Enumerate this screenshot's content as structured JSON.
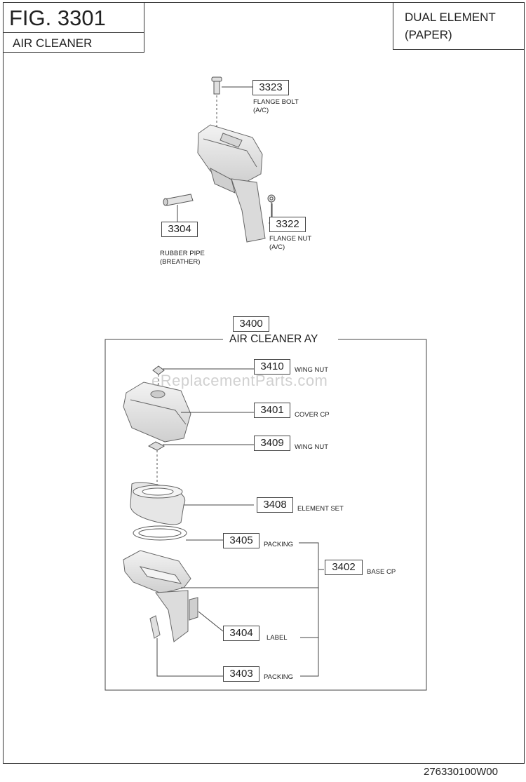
{
  "header": {
    "fig_label": "FIG. 3301",
    "fig_title": "AIR CLEANER",
    "variant_line1": "DUAL ELEMENT",
    "variant_line2": "(PAPER)"
  },
  "assembly": {
    "number": "3400",
    "title": "AIR CLEANER AY"
  },
  "parts": [
    {
      "num": "3323",
      "line1": "FLANGE BOLT",
      "line2": "(A/C)"
    },
    {
      "num": "3322",
      "line1": "FLANGE NUT",
      "line2": "(A/C)"
    },
    {
      "num": "3304",
      "line1": "RUBBER PIPE",
      "line2": "(BREATHER)"
    },
    {
      "num": "3410",
      "line1": "WING NUT"
    },
    {
      "num": "3401",
      "line1": "COVER CP"
    },
    {
      "num": "3409",
      "line1": "WING NUT"
    },
    {
      "num": "3408",
      "line1": "ELEMENT SET"
    },
    {
      "num": "3405",
      "line1": "PACKING"
    },
    {
      "num": "3402",
      "line1": "BASE CP"
    },
    {
      "num": "3404",
      "line1": "LABEL"
    },
    {
      "num": "3403",
      "line1": "PACKING"
    }
  ],
  "watermark": "eReplacementParts.com",
  "footer_code": "276330100W00"
}
